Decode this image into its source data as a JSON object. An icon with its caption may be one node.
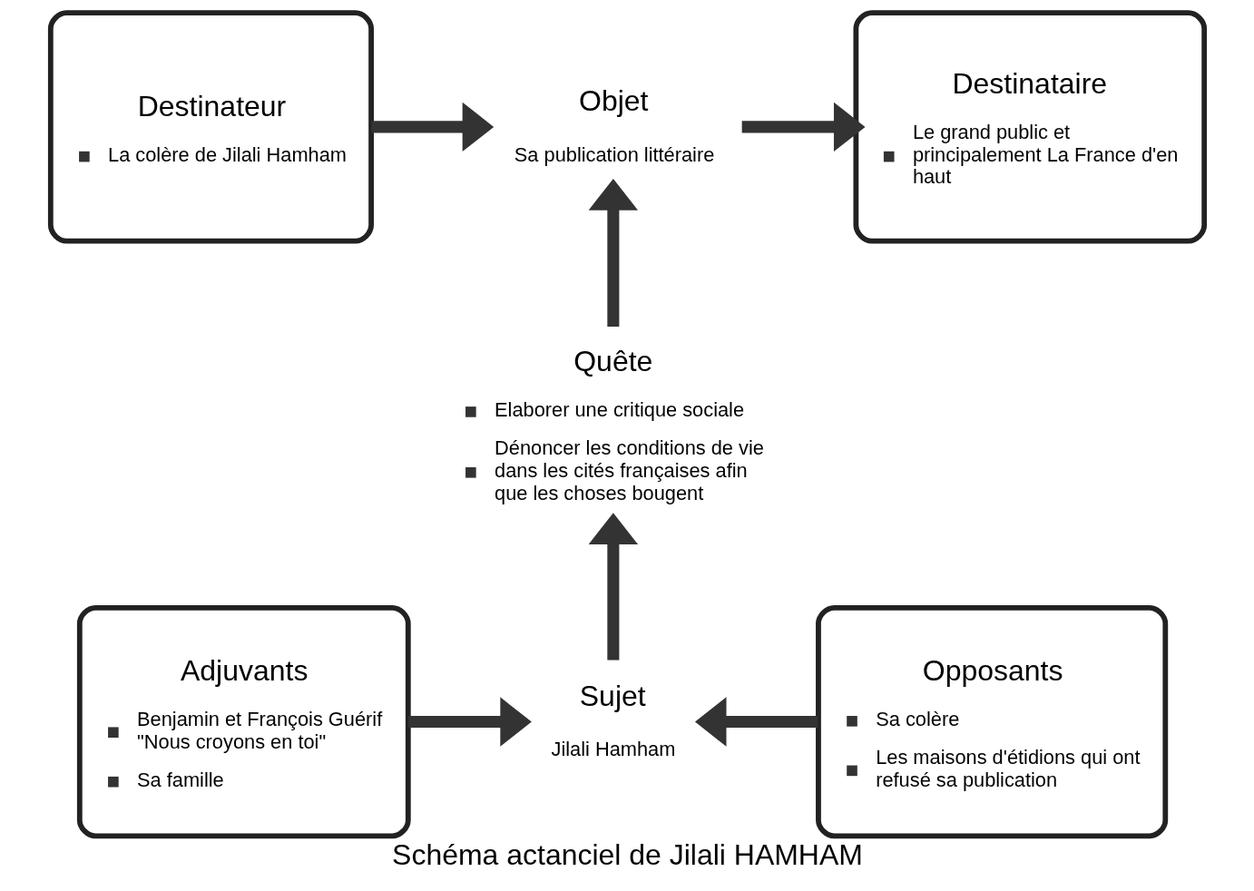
{
  "diagram": {
    "caption": "Schéma actanciel de Jilali HAMHAM",
    "nodes": [
      {
        "text": [
          "Destinateur",
          "La colère de Jilali Hamham"
        ]
      },
      {
        "text": [
          "Objet",
          "Sa publication littéraire"
        ]
      },
      {
        "text": [
          "Destinataire",
          "Le grand public et principalement La France d'en haut"
        ]
      },
      {
        "text": [
          "Quête",
          "Elaborer une critique sociale",
          "Dénoncer les conditions de vie dans les cités françaises afin que les choses bougent"
        ]
      },
      {
        "text": [
          "Adjuvants",
          "Benjamin et François Guérif \"Nous croyons en toi\"",
          "Sa famille"
        ]
      },
      {
        "text": [
          "Sujet",
          "Jilali Hamham"
        ]
      },
      {
        "text": [
          "Opposants",
          "Sa colère",
          "Les maisons d'étidions qui ont refusé sa publication"
        ]
      }
    ],
    "edges": [
      {
        "from": 0,
        "to": 1,
        "arrow": "to"
      },
      {
        "from": 1,
        "to": 2,
        "arrow": "to"
      },
      {
        "from": 3,
        "to": 1,
        "arrow": "to"
      },
      {
        "from": 5,
        "to": 3,
        "arrow": "to"
      },
      {
        "from": 4,
        "to": 5,
        "arrow": "to"
      },
      {
        "from": 6,
        "to": 5,
        "arrow": "to"
      }
    ]
  }
}
